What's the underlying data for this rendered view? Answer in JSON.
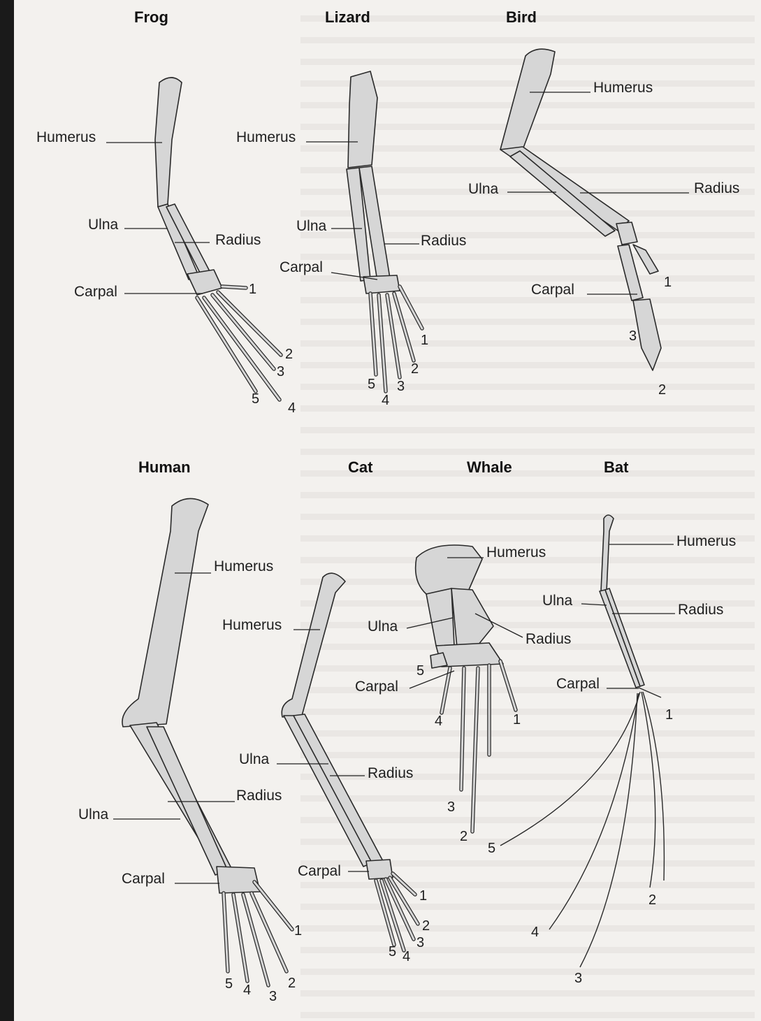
{
  "titles": {
    "frog": "Frog",
    "lizard": "Lizard",
    "bird": "Bird",
    "human": "Human",
    "cat": "Cat",
    "whale": "Whale",
    "bat": "Bat"
  },
  "parts": {
    "humerus": "Humerus",
    "ulna": "Ulna",
    "radius": "Radius",
    "carpal": "Carpal"
  },
  "digits": {
    "d1": "1",
    "d2": "2",
    "d3": "3",
    "d4": "4",
    "d5": "5"
  }
}
